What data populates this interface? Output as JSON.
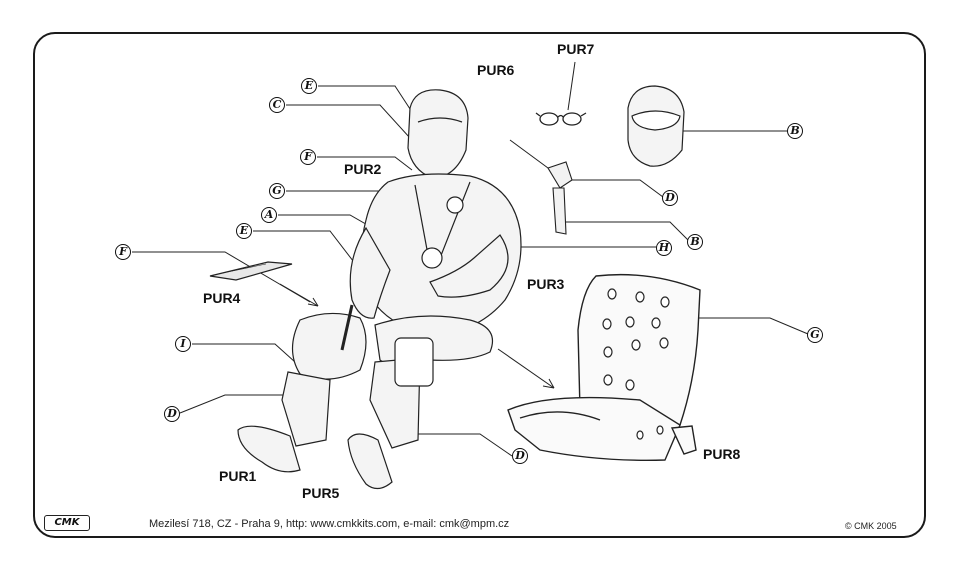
{
  "footer": {
    "logo": "CMK",
    "address": "Mezilesí 718, CZ - Praha 9,  http: www.cmkkits.com, e-mail: cmk@mpm.cz",
    "copyright": "© CMK 2005"
  },
  "parts": {
    "pur1": "PUR1",
    "pur2": "PUR2",
    "pur3": "PUR3",
    "pur4": "PUR4",
    "pur5": "PUR5",
    "pur6": "PUR6",
    "pur7": "PUR7",
    "pur8": "PUR8"
  },
  "callouts": {
    "e_top": "E",
    "c": "C",
    "f_top": "F",
    "g_chest": "G",
    "a": "A",
    "e_left": "E",
    "f_left": "F",
    "i": "I",
    "d_left": "D",
    "d_bottom": "D",
    "b_head": "B",
    "d_right": "D",
    "b_right": "B",
    "h": "H",
    "g_seat": "G"
  }
}
